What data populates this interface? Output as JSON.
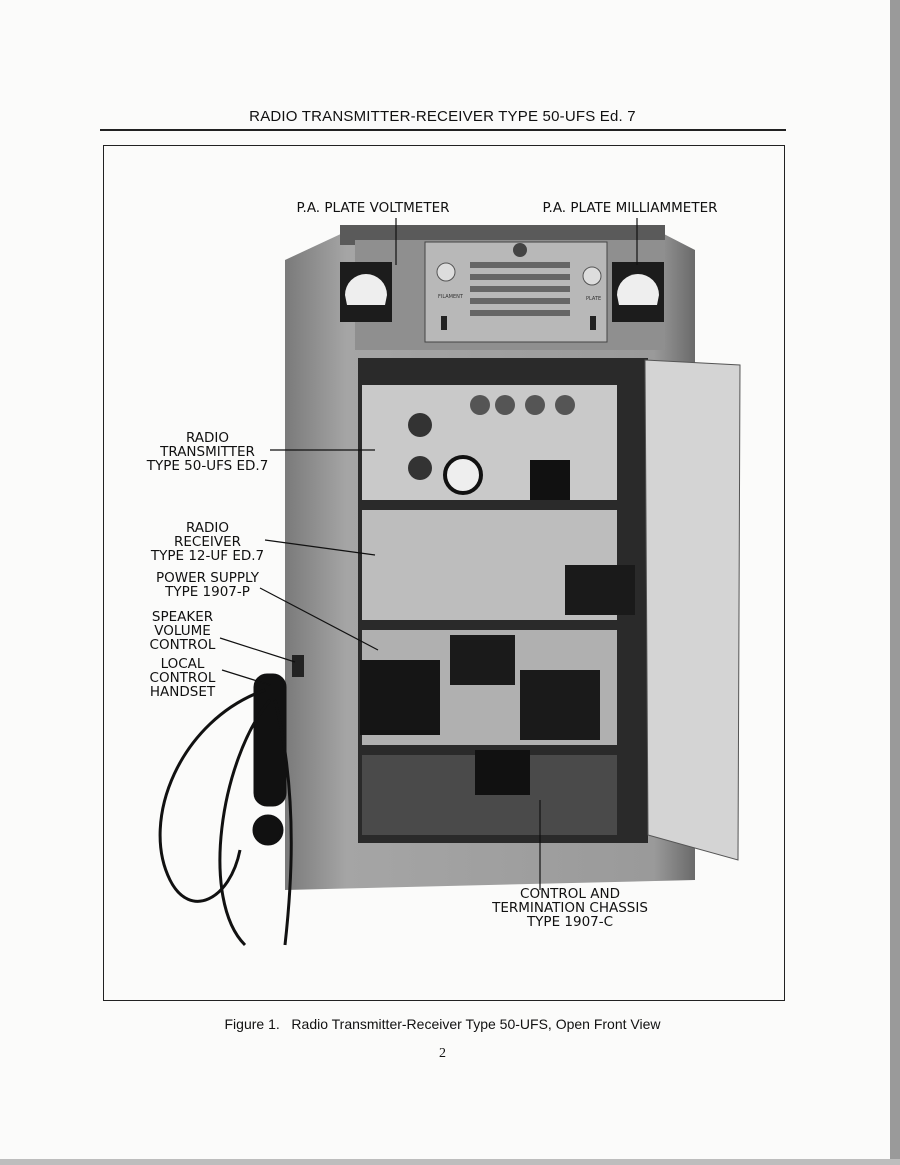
{
  "header": {
    "title": "RADIO TRANSMITTER-RECEIVER TYPE 50-UFS Ed. 7"
  },
  "figure": {
    "labels": {
      "voltmeter": "P.A. PLATE VOLTMETER",
      "milliammeter": "P.A. PLATE MILLIAMMETER",
      "transmitter": [
        "RADIO",
        "TRANSMITTER",
        "TYPE 50-UFS ED.7"
      ],
      "receiver": [
        "RADIO",
        "RECEIVER",
        "TYPE 12-UF ED.7"
      ],
      "power_supply": [
        "POWER SUPPLY",
        "TYPE 1907-P"
      ],
      "speaker": [
        "SPEAKER",
        "VOLUME",
        "CONTROL"
      ],
      "handset": [
        "LOCAL",
        "CONTROL",
        "HANDSET"
      ],
      "control": [
        "CONTROL AND",
        "TERMINATION CHASSIS",
        "TYPE 1907-C"
      ]
    },
    "panel": {
      "filament": "FILAMENT",
      "plate": "PLATE"
    },
    "caption": "Figure 1.   Radio Transmitter-Receiver Type 50-UFS, Open Front View"
  },
  "page_number": "2"
}
